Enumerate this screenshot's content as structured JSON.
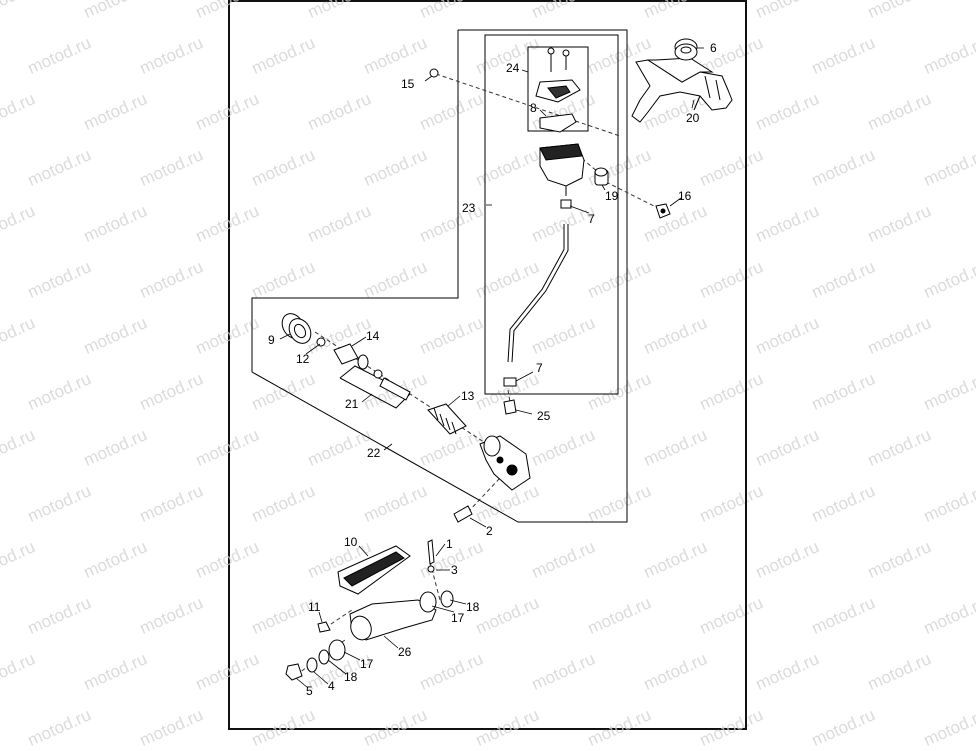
{
  "watermark": "motod.ru",
  "callouts": [
    {
      "id": "c1",
      "text": "1"
    },
    {
      "id": "c2",
      "text": "2"
    },
    {
      "id": "c3",
      "text": "3"
    },
    {
      "id": "c4",
      "text": "4"
    },
    {
      "id": "c5",
      "text": "5"
    },
    {
      "id": "c6",
      "text": "6"
    },
    {
      "id": "c7a",
      "text": "7"
    },
    {
      "id": "c7b",
      "text": "7"
    },
    {
      "id": "c8",
      "text": "8"
    },
    {
      "id": "c9",
      "text": "9"
    },
    {
      "id": "c10",
      "text": "10"
    },
    {
      "id": "c11",
      "text": "11"
    },
    {
      "id": "c12",
      "text": "12"
    },
    {
      "id": "c13",
      "text": "13"
    },
    {
      "id": "c14",
      "text": "14"
    },
    {
      "id": "c15",
      "text": "15"
    },
    {
      "id": "c16",
      "text": "16"
    },
    {
      "id": "c17a",
      "text": "17"
    },
    {
      "id": "c17b",
      "text": "17"
    },
    {
      "id": "c18a",
      "text": "18"
    },
    {
      "id": "c18b",
      "text": "18"
    },
    {
      "id": "c19",
      "text": "19"
    },
    {
      "id": "c20",
      "text": "20"
    },
    {
      "id": "c21",
      "text": "21"
    },
    {
      "id": "c22",
      "text": "22"
    },
    {
      "id": "c23",
      "text": "23"
    },
    {
      "id": "c24",
      "text": "24"
    },
    {
      "id": "c25",
      "text": "25"
    },
    {
      "id": "c26",
      "text": "26"
    }
  ]
}
